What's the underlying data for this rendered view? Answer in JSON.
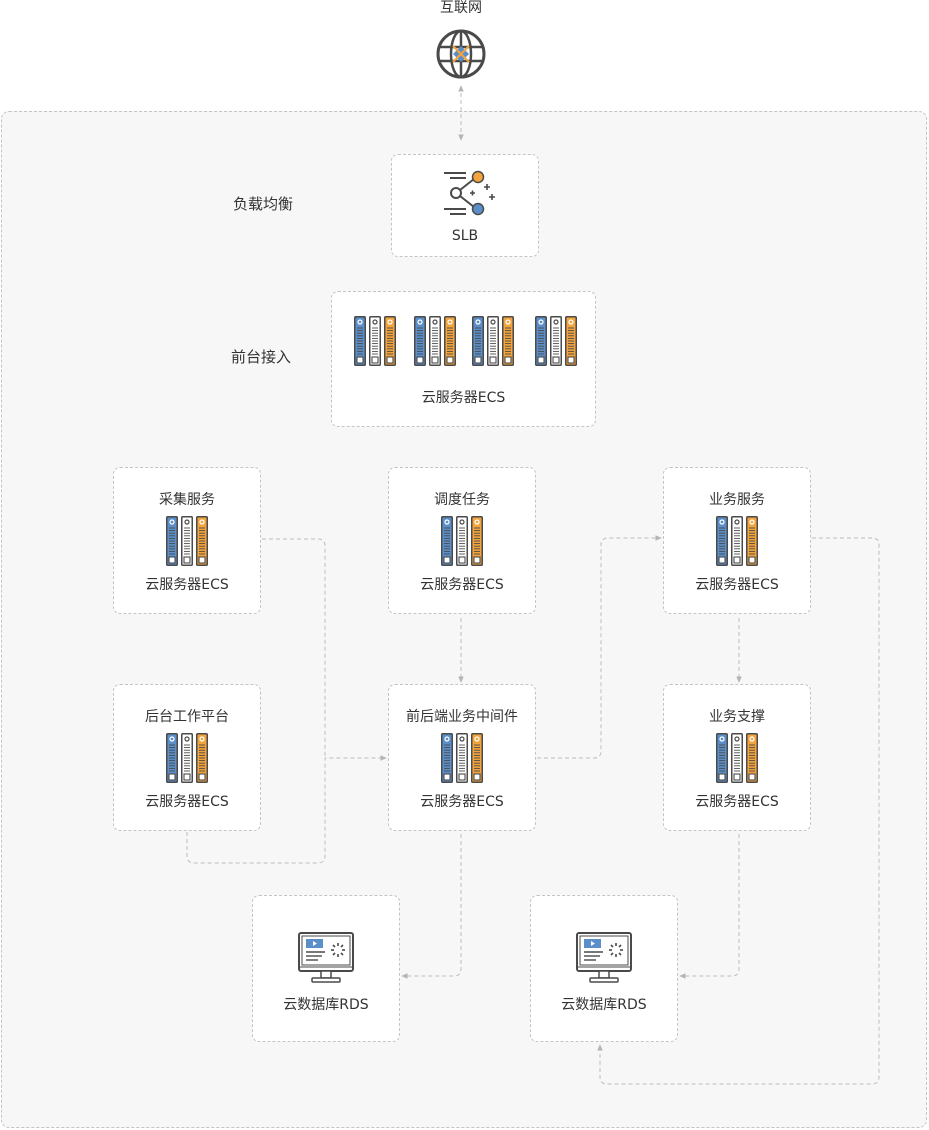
{
  "internet": {
    "label": "互联网",
    "icon": "globe-icon"
  },
  "layers": {
    "load_balancing": "负载均衡",
    "frontend_access": "前台接入"
  },
  "slb": {
    "label": "SLB",
    "icon": "load-balancer-icon"
  },
  "frontend_ecs": {
    "label": "云服务器ECS",
    "server_groups": 4
  },
  "services": {
    "collect": {
      "title": "采集服务",
      "ecs": "云服务器ECS"
    },
    "schedule": {
      "title": "调度任务",
      "ecs": "云服务器ECS"
    },
    "business": {
      "title": "业务服务",
      "ecs": "云服务器ECS"
    },
    "backend": {
      "title": "后台工作平台",
      "ecs": "云服务器ECS"
    },
    "middleware": {
      "title": "前后端业务中间件",
      "ecs": "云服务器ECS"
    },
    "support": {
      "title": "业务支撑",
      "ecs": "云服务器ECS"
    }
  },
  "databases": {
    "rds_left": {
      "label": "云数据库RDS",
      "icon": "database-monitor-icon"
    },
    "rds_right": {
      "label": "云数据库RDS",
      "icon": "database-monitor-icon"
    }
  },
  "colors": {
    "server_blue": "#5b8fc9",
    "server_white": "#ffffff",
    "server_orange": "#f3a43c",
    "outline": "#4a4a4a",
    "connector": "#bbbbbb"
  }
}
